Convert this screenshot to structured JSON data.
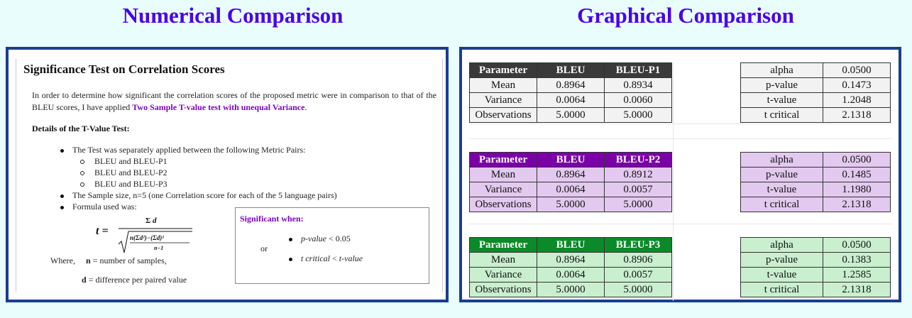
{
  "headings": {
    "left": "Numerical Comparison",
    "right": "Graphical Comparison"
  },
  "doc": {
    "title": "Significance Test on Correlation Scores",
    "intro_1": "In order to determine how significant the correlation scores of the proposed metric were in comparison to that of the BLEU scores, I have applied ",
    "intro_highlight": "Two Sample T-value test with unequal Variance",
    "intro_2": ".",
    "details_heading": "Details of the T-Value Test:",
    "bullet_1": "The Test was separately applied between the following Metric Pairs:",
    "pairs": [
      "BLEU and BLEU-P1",
      "BLEU and BLEU-P2",
      "BLEU and BLEU-P3"
    ],
    "bullet_2": "The Sample size, n=5 (one Correlation score for each of the 5 language pairs)",
    "bullet_3": "Formula used was:",
    "where_label": "Where,",
    "n_bold": "n",
    "n_def": " = number of samples,",
    "d_bold": "d",
    "d_def": " = difference per paired value",
    "sig_title": "Significant when:",
    "sig_or": "or",
    "sig_1_a": "p-value",
    "sig_1_b": " < 0.05",
    "sig_2_a": "t critical",
    "sig_2_b": " < ",
    "sig_2_c": "t-value"
  },
  "tables": [
    {
      "header": [
        "Parameter",
        "BLEU",
        "BLEU-P1"
      ],
      "rows": [
        [
          "Mean",
          "0.8964",
          "0.8934"
        ],
        [
          "Variance",
          "0.0064",
          "0.0060"
        ],
        [
          "Observations",
          "5.0000",
          "5.0000"
        ]
      ],
      "stats": [
        [
          "alpha",
          "0.0500"
        ],
        [
          "p-value",
          "0.1473"
        ],
        [
          "t-value",
          "1.2048"
        ],
        [
          "t critical",
          "2.1318"
        ]
      ]
    },
    {
      "header": [
        "Parameter",
        "BLEU",
        "BLEU-P2"
      ],
      "rows": [
        [
          "Mean",
          "0.8964",
          "0.8912"
        ],
        [
          "Variance",
          "0.0064",
          "0.0057"
        ],
        [
          "Observations",
          "5.0000",
          "5.0000"
        ]
      ],
      "stats": [
        [
          "alpha",
          "0.0500"
        ],
        [
          "p-value",
          "0.1485"
        ],
        [
          "t-value",
          "1.1980"
        ],
        [
          "t critical",
          "2.1318"
        ]
      ]
    },
    {
      "header": [
        "Parameter",
        "BLEU",
        "BLEU-P3"
      ],
      "rows": [
        [
          "Mean",
          "0.8964",
          "0.8906"
        ],
        [
          "Variance",
          "0.0064",
          "0.0057"
        ],
        [
          "Observations",
          "5.0000",
          "5.0000"
        ]
      ],
      "stats": [
        [
          "alpha",
          "0.0500"
        ],
        [
          "p-value",
          "0.1383"
        ],
        [
          "t-value",
          "1.2585"
        ],
        [
          "t critical",
          "2.1318"
        ]
      ]
    }
  ],
  "colors": {
    "heading": "#4a00e8",
    "frame": "#1a3e8f",
    "t1_header": "#3a3a3a",
    "t2_header": "#7b00a8",
    "t3_header": "#0c8a2a"
  }
}
